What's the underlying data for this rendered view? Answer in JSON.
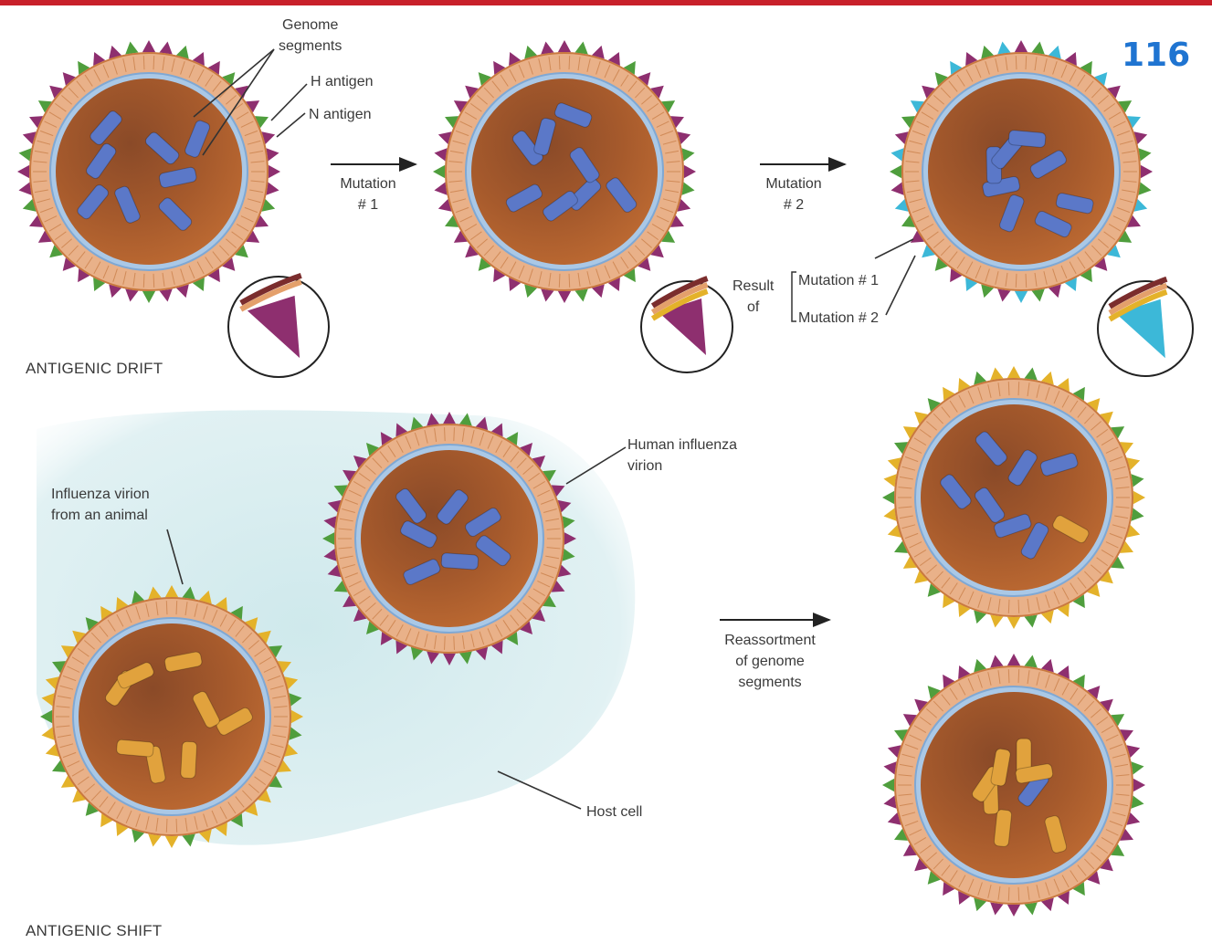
{
  "page_number": "116",
  "colors": {
    "top_bar": "#c8202a",
    "page_number": "#1f74d1",
    "virion_outer": "#e9b189",
    "virion_interior": "#a65a2c",
    "genome_human": "#5b78c8",
    "genome_animal": "#e1a23d",
    "host_cell": "#dbeff1",
    "spike_purple": "#8e2f6f",
    "spike_green": "#4f9e3d",
    "spike_gold": "#e4b22a",
    "spike_cyan": "#3cb8d8"
  },
  "drift": {
    "section_label": "ANTIGENIC DRIFT",
    "labels": {
      "genome_segments": [
        "Genome",
        "segments"
      ],
      "h_antigen": "H antigen",
      "n_antigen": "N antigen"
    },
    "arrow1": [
      "Mutation",
      "# 1"
    ],
    "arrow2": [
      "Mutation",
      "# 2"
    ],
    "result": {
      "prefix": [
        "Result",
        "of"
      ],
      "items": [
        "Mutation # 1",
        "Mutation # 2"
      ]
    }
  },
  "shift": {
    "section_label": "ANTIGENIC SHIFT",
    "animal_virion": [
      "Influenza virion",
      "from an animal"
    ],
    "human_virion": [
      "Human influenza",
      "virion"
    ],
    "host_cell": "Host cell",
    "reassortment": [
      "Reassortment",
      "of genome",
      "segments"
    ]
  }
}
